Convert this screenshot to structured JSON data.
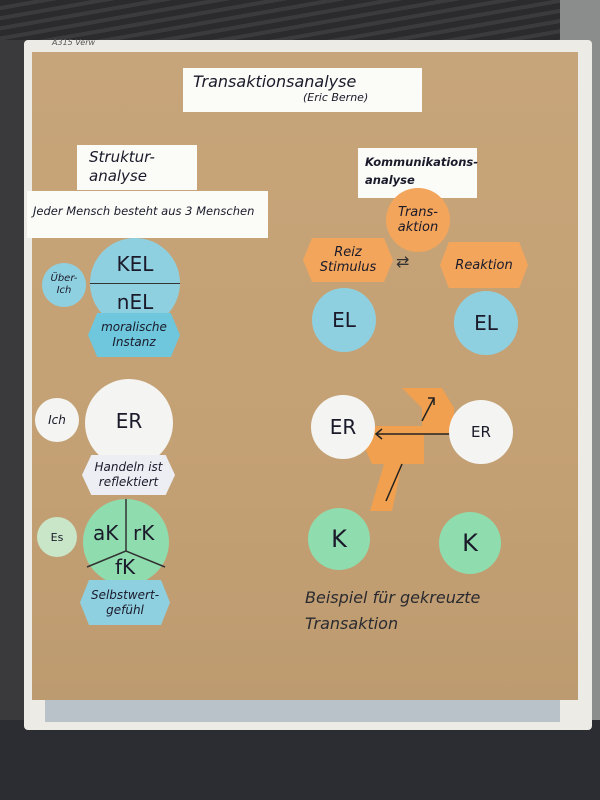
{
  "board_label": "A315 Verw",
  "title": {
    "line1": "Transaktionsanalyse",
    "line2": "(Eric Berne)"
  },
  "left": {
    "heading_line1": "Struktur-",
    "heading_line2": "analyse",
    "subheading": "Jeder Mensch besteht aus 3 Menschen",
    "ueber_ich": {
      "label_line1": "Über-",
      "label_line2": "Ich",
      "top": "KEL",
      "bottom": "nEL",
      "note_line1": "moralische",
      "note_line2": "Instanz"
    },
    "ich": {
      "label": "Ich",
      "center": "ER",
      "note_line1": "Handeln ist",
      "note_line2": "reflektiert"
    },
    "es": {
      "label": "Es",
      "left": "aK",
      "right": "rK",
      "bottom": "fK",
      "note_line1": "Selbstwert-",
      "note_line2": "gefühl"
    }
  },
  "right": {
    "heading_line1": "Kommunikations-",
    "heading_line2": "analyse",
    "transaktion_line1": "Trans-",
    "transaktion_line2": "aktion",
    "reiz_line1": "Reiz",
    "reiz_line2": "Stimulus",
    "reaktion": "Reaktion",
    "el_left": "EL",
    "el_right": "EL",
    "er_left": "ER",
    "er_right": "ER",
    "k_left": "K",
    "k_right": "K",
    "example_line1": "Beispiel für gekreuzte",
    "example_line2": "Transaktion"
  }
}
